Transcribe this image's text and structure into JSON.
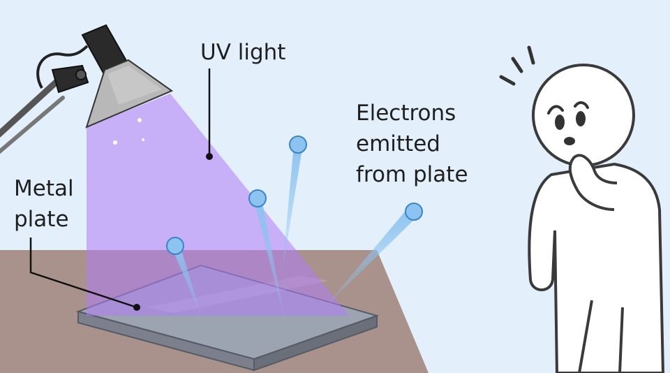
{
  "labels": {
    "uv_light": "UV light",
    "metal_plate": [
      "Metal",
      "plate"
    ],
    "electrons": [
      "Electrons",
      "emitted",
      "from plate"
    ]
  },
  "colors": {
    "background": "#e3f0fb",
    "table": "#a8928b",
    "uv_beam": "#b07cf5",
    "plate_top": "#9aa3b1",
    "plate_side": "#6f7480",
    "electron": "#8cc3f0",
    "lamp_shade": "#b5b5b5",
    "lamp_body": "#2a2a2a",
    "outline": "#3a3a3a"
  },
  "icons": {
    "lamp": "desk-lamp-icon",
    "electron": "electron-icon",
    "person": "surprised-person-icon"
  }
}
